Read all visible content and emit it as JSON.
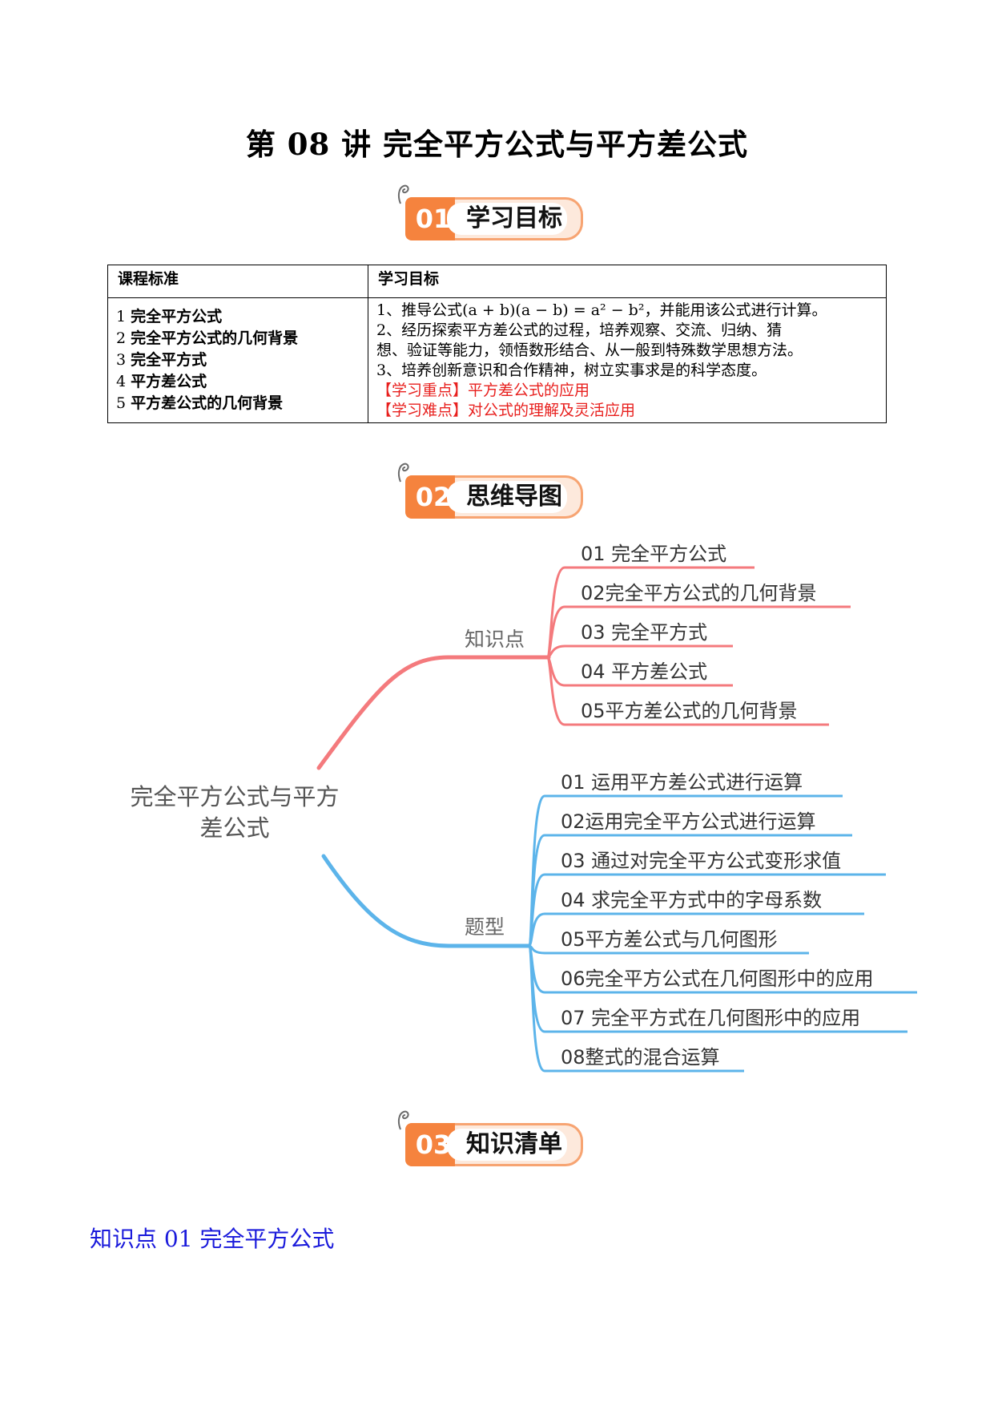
{
  "title": "第 08 讲  完全平方公式与平方差公式",
  "sections": [
    {
      "num": "01",
      "label": "学习目标"
    },
    {
      "num": "02",
      "label": "思维导图"
    },
    {
      "num": "03",
      "label": "知识清单"
    }
  ],
  "goals_table": {
    "headers": [
      "课程标准",
      "学习目标"
    ],
    "standards": [
      {
        "num": "1",
        "text": "完全平方公式"
      },
      {
        "num": "2",
        "text": "完全平方公式的几何背景"
      },
      {
        "num": "3",
        "text": "完全平方式"
      },
      {
        "num": "4",
        "text": "平方差公式"
      },
      {
        "num": "5",
        "text": "平方差公式的几何背景"
      }
    ],
    "objectives": [
      "1、推导公式(a + b)(a − b) = a² − b²，并能用该公式进行计算。",
      "2、经历探索平方差公式的过程，培养观察、交流、归纳、猜",
      "想、验证等能力，领悟数形结合、从一般到特殊数学思想方法。",
      "3、培养创新意识和合作精神，树立实事求是的科学态度。"
    ],
    "key_point": "【学习重点】平方差公式的应用",
    "difficulty": "【学习难点】对公式的理解及灵活应用"
  },
  "mindmap": {
    "root_line1": "完全平方公式与平方",
    "root_line2": "差公式",
    "branch1": {
      "label": "知识点",
      "color": "#f47a7d",
      "items": [
        "01 完全平方公式",
        "02完全平方公式的几何背景",
        "03 完全平方式",
        "04 平方差公式",
        "05平方差公式的几何背景"
      ]
    },
    "branch2": {
      "label": "题型",
      "color": "#5cb4ea",
      "items": [
        "01 运用平方差公式进行运算",
        "02运用完全平方公式进行运算",
        "03 通过对完全平方公式变形求值",
        "04 求完全平方式中的字母系数",
        "05平方差公式与几何图形",
        "06完全平方公式在几何图形中的应用",
        "07 完全平方式在几何图形中的应用",
        "08整式的混合运算"
      ]
    }
  },
  "knowledge_heading": "知识点 01 完全平方公式"
}
